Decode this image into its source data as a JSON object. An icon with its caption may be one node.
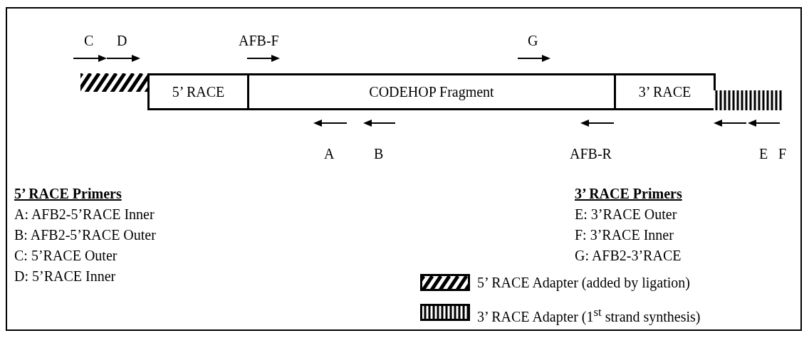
{
  "diagram": {
    "nodes": [
      {
        "text": [],
        "shape": "bar"
      },
      {
        "text": [
          "5’ RACE"
        ]
      },
      {
        "text": [
          "CODEHOP Fragment"
        ]
      },
      {
        "text": [
          "3’ RACE"
        ]
      },
      {
        "text": [],
        "shape": "bar"
      }
    ],
    "labels": [
      "C",
      "D",
      "AFB-F",
      "G",
      "A",
      "B",
      "AFB-R",
      "E",
      "F",
      "5’ RACE Primers",
      "A: AFB2-5’RACE Inner",
      "B: AFB2-5’RACE Outer",
      "C: 5’RACE Outer",
      "D: 5’RACE Inner",
      "3’ RACE Primers",
      "E:  3’RACE Outer",
      "F:  3’RACE Inner",
      "G:  AFB2-3’RACE"
    ],
    "legend": [
      {
        "text": "5’ RACE Adapter (added by ligation)"
      },
      {
        "text": "3’ RACE Adapter (1$^{st}$ strand synthesis)"
      }
    ]
  }
}
